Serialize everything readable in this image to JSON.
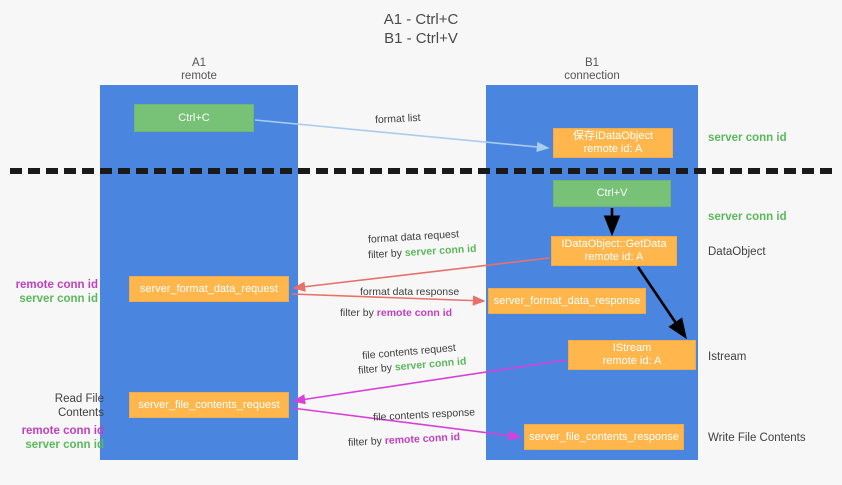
{
  "title": {
    "line1": "A1 - Ctrl+C",
    "line2": "B1 - Ctrl+V"
  },
  "colors": {
    "lane": "#4a86e0",
    "green_box": "#77c277",
    "orange_box": "#ffb74d",
    "server_conn_id": "#5cb85c",
    "remote_conn_id": "#c040c0",
    "divider": "#1a1a1a",
    "arrow_format_list": "#a8cdee",
    "arrow_format_data": "#e8706a",
    "arrow_file_contents": "#d940d9",
    "arrow_black": "#000000",
    "background": "#f7f7f7"
  },
  "columns": [
    {
      "name": "A1",
      "role": "remote"
    },
    {
      "name": "B1",
      "role": "connection"
    }
  ],
  "boxes": {
    "ctrl_c": {
      "label": "Ctrl+C",
      "kind": "green"
    },
    "save_idataobject": {
      "line1": "保存IDataObject",
      "line2": "remote id: A",
      "kind": "orange"
    },
    "ctrl_v": {
      "label": "Ctrl+V",
      "kind": "green"
    },
    "getdata": {
      "line1": "IDataObject::GetData",
      "line2": "remote id: A",
      "kind": "orange"
    },
    "server_format_data_request": {
      "label": "server_format_data_request",
      "kind": "orange"
    },
    "server_format_data_response": {
      "label": "server_format_data_response",
      "kind": "orange"
    },
    "istream": {
      "line1": "IStream",
      "line2": "remote id: A",
      "kind": "orange"
    },
    "server_file_contents_request": {
      "label": "server_file_contents_request",
      "kind": "orange"
    },
    "server_file_contents_response": {
      "label": "server_file_contents_response",
      "kind": "orange"
    }
  },
  "side_labels": {
    "right_server_conn_id_1": "server conn id",
    "right_server_conn_id_2": "server conn id",
    "dataobject": "DataObject",
    "istream": "Istream",
    "write_file_contents": "Write File Contents",
    "read_file_contents": "Read File Contents",
    "remote_conn_id": "remote conn id",
    "server_conn_id": "server conn id"
  },
  "arrow_labels": {
    "format_list": "format list",
    "format_data_request": "format data request",
    "format_data_request_filter_prefix": "filter by ",
    "format_data_request_filter_value": "server conn id",
    "format_data_response": "format data response",
    "format_data_response_filter_prefix": "filter by ",
    "format_data_response_filter_value": "remote conn id",
    "file_contents_request": "file contents request",
    "file_contents_request_filter_prefix": "filter by ",
    "file_contents_request_filter_value": "server conn id",
    "file_contents_response": "file contents response",
    "file_contents_response_filter_prefix": "filter by ",
    "file_contents_response_filter_value": "remote conn id"
  }
}
